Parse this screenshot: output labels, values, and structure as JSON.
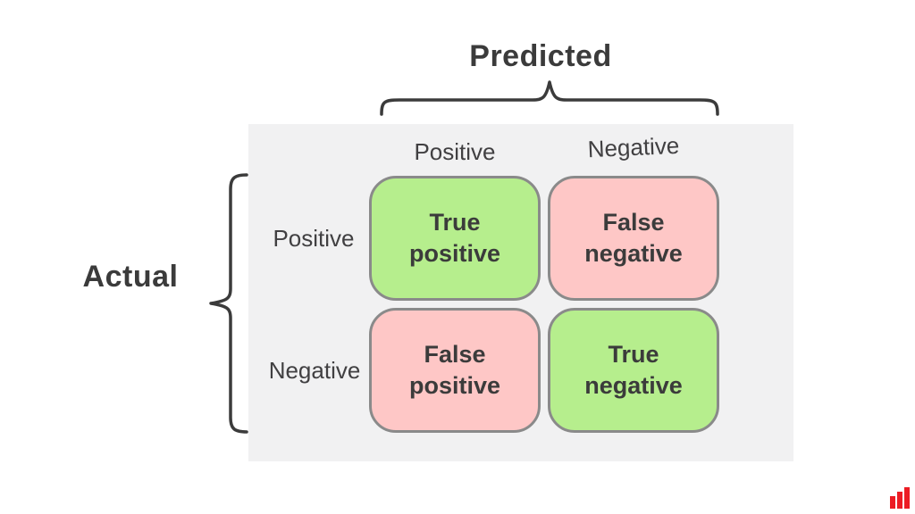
{
  "titles": {
    "predicted": "Predicted",
    "actual": "Actual"
  },
  "matrix": {
    "column_headers": [
      "Positive",
      "Negative"
    ],
    "row_headers": [
      "Positive",
      "Negative"
    ],
    "cells": [
      {
        "label": "True\npositive",
        "type": "true",
        "row": "Positive",
        "column": "Positive"
      },
      {
        "label": "False\nnegative",
        "type": "false",
        "row": "Positive",
        "column": "Negative"
      },
      {
        "label": "False\npositive",
        "type": "false",
        "row": "Negative",
        "column": "Positive"
      },
      {
        "label": "True\nnegative",
        "type": "true",
        "row": "Negative",
        "column": "Negative"
      }
    ]
  },
  "icons": {
    "logo": "bar-chart-icon"
  },
  "colors": {
    "true_cell": "#b6ee8d",
    "false_cell": "#fec7c6",
    "cell_border": "#8a8a8a",
    "panel_bg": "#f1f1f2",
    "text_dark": "#3b3b3b",
    "label_gray": "#414042",
    "brace": "#3b3b3b",
    "logo_red": "#ec1c24"
  }
}
